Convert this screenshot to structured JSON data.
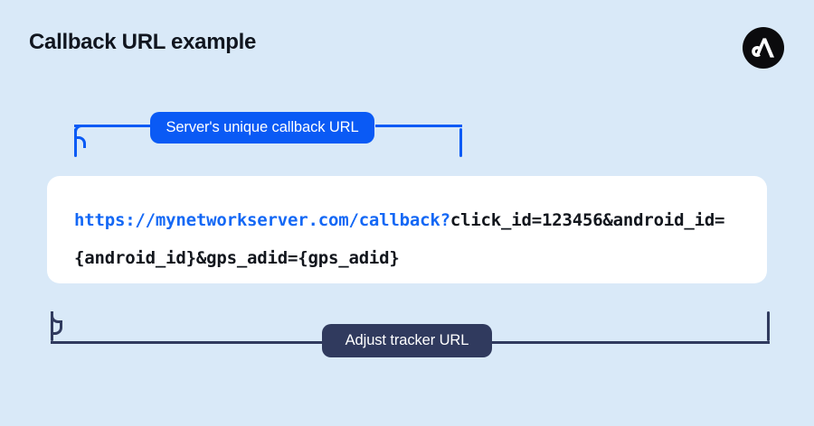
{
  "page": {
    "title": "Callback URL example",
    "background_color": "#d9e9f8"
  },
  "logo": {
    "name": "adjust-logo",
    "circle_color": "#0b0b0d",
    "mark_color": "#ffffff"
  },
  "annotations": {
    "top": {
      "label": "Server's unique callback URL",
      "color": "#0a5af5",
      "text_color": "#ffffff"
    },
    "bottom": {
      "label": "Adjust tracker URL",
      "color": "#303a5e",
      "text_color": "#ffffff"
    }
  },
  "url_card": {
    "background_color": "#ffffff",
    "base_url": "https://mynetworkserver.com/callback?",
    "base_url_color": "#1468f5",
    "query_string": "click_id=123456&android_id={android_id}&gps_adid={gps_adid}",
    "query_string_color": "#12161d",
    "full_url": "https://mynetworkserver.com/callback?click_id=123456&android_id={android_id}&gps_adid={gps_adid}"
  }
}
